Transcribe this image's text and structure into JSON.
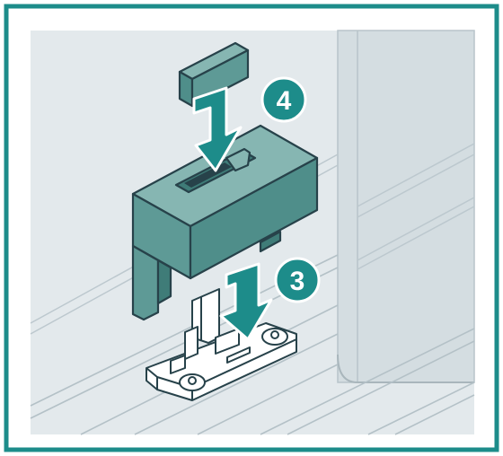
{
  "colors": {
    "frame_border": "#1d8c8a",
    "background": "#e3e9ec",
    "background_dark": "#cdd6db",
    "part_fill": "#5e9a96",
    "part_dark": "#3f7c78",
    "part_light": "#86b6b2",
    "arrow_fill": "#1d8c8a",
    "badge_fill": "#1d8c8a",
    "outline": "#27424a",
    "track": "#c9d3d8"
  },
  "steps": [
    {
      "label": "4",
      "icon": "step-number-badge"
    },
    {
      "label": "3",
      "icon": "step-number-badge"
    }
  ],
  "icons": {
    "cap": "cover-cap-icon",
    "housing": "housing-block-icon",
    "clip": "track-clip-icon"
  }
}
